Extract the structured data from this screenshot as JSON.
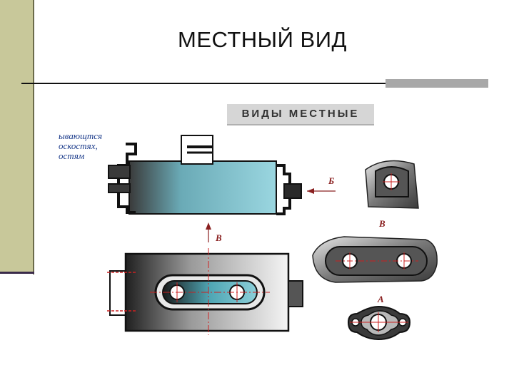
{
  "slide": {
    "title": "МЕСТНЫЙ ВИД",
    "banner": "ВИДЫ МЕСТНЫЕ",
    "note_lines": [
      "ывающтся",
      "оскостях,",
      "остям"
    ]
  },
  "diagram": {
    "view_labels": {
      "b_top": "Б",
      "v_front": "В",
      "v_side": "В",
      "a_bottom": "А"
    }
  },
  "colors": {
    "sidebar": "#c8c89a",
    "rule": "#111111",
    "banner_bg": "#d6d6d6",
    "label_red": "#8a2020",
    "axis_red": "#cc2020",
    "part_teal": "#5fb0bf",
    "part_dark": "#2a2a2a"
  }
}
